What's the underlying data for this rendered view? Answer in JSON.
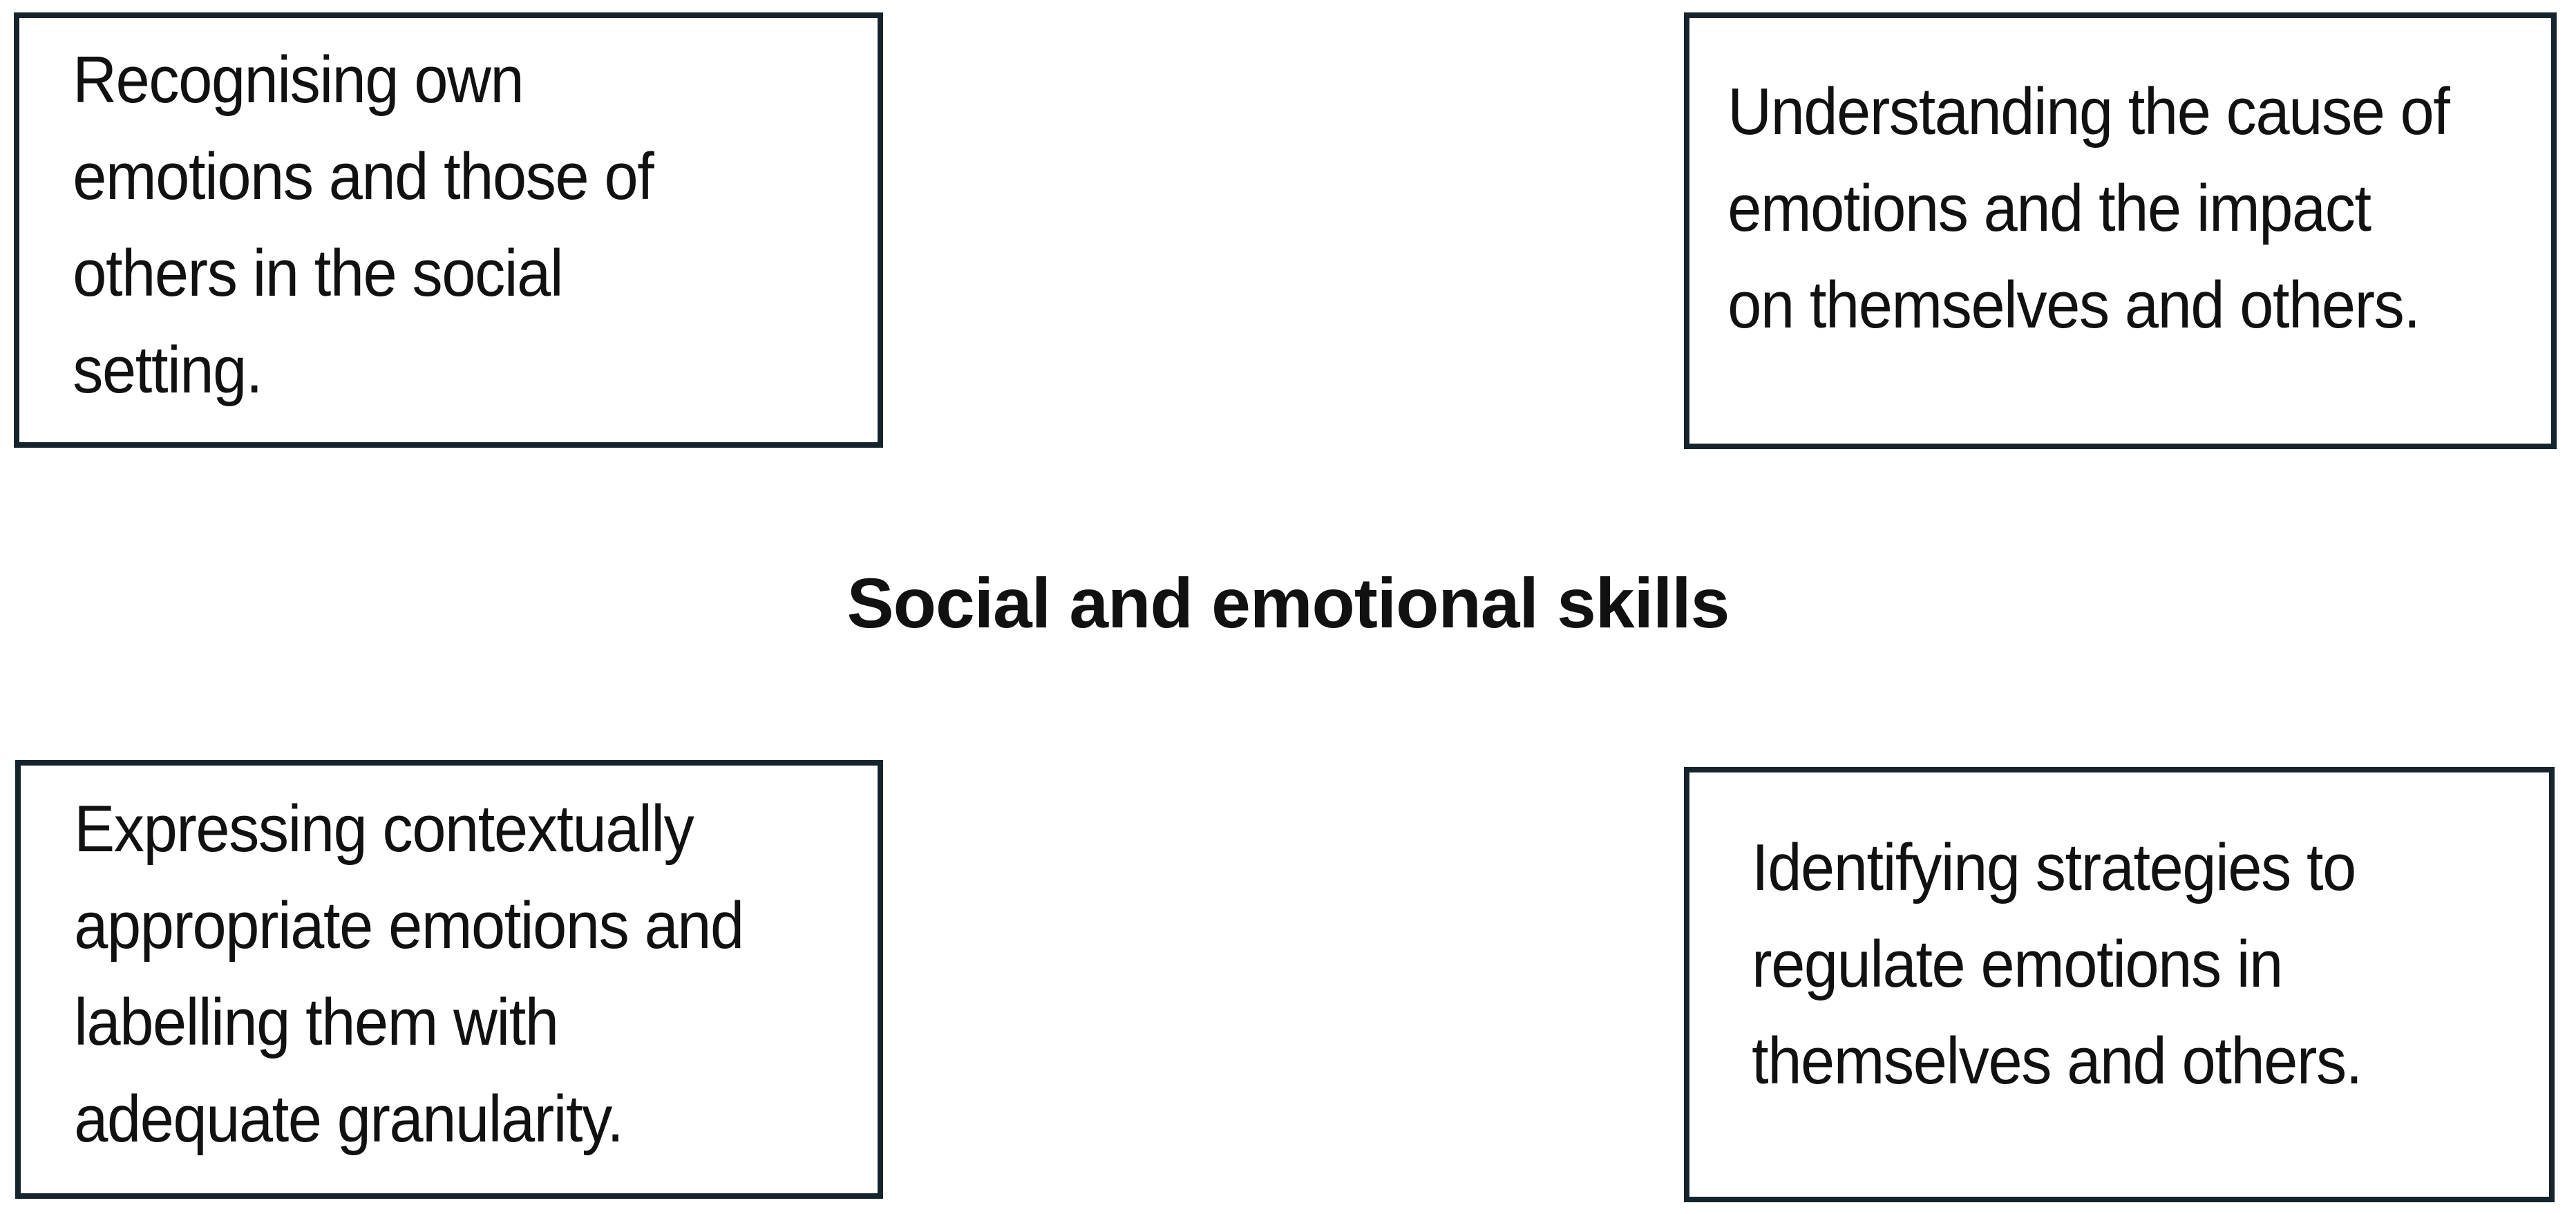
{
  "figure": {
    "center_title": "Social and emotional skills",
    "background_color": "#ffffff",
    "border_color": "#16242e",
    "text_color": "#111111"
  },
  "boxes": [
    {
      "id": "recognising",
      "position": "top-left",
      "text": "Recognising own\nemotions and those of\nothers in the social\nsetting.",
      "lines": [
        "Recognising own",
        "emotions and those of",
        "others in the social",
        "setting."
      ]
    },
    {
      "id": "understanding",
      "position": "top-right",
      "text": "Understanding the cause of\nemotions and the impact\non themselves and others.",
      "lines": [
        "Understanding the cause of",
        "emotions and the impact",
        "on themselves and others."
      ]
    },
    {
      "id": "expressing",
      "position": "bottom-left",
      "text": "Expressing contextually\nappropriate emotions and\nlabelling them with\nadequate granularity.",
      "lines": [
        "Expressing contextually",
        "appropriate emotions and",
        "labelling them with",
        "adequate granularity."
      ]
    },
    {
      "id": "identifying",
      "position": "bottom-right",
      "text": "Identifying strategies to\nregulate emotions in\nthemselves and others.",
      "lines": [
        "Identifying strategies to",
        "regulate emotions in",
        "themselves and others."
      ]
    }
  ]
}
